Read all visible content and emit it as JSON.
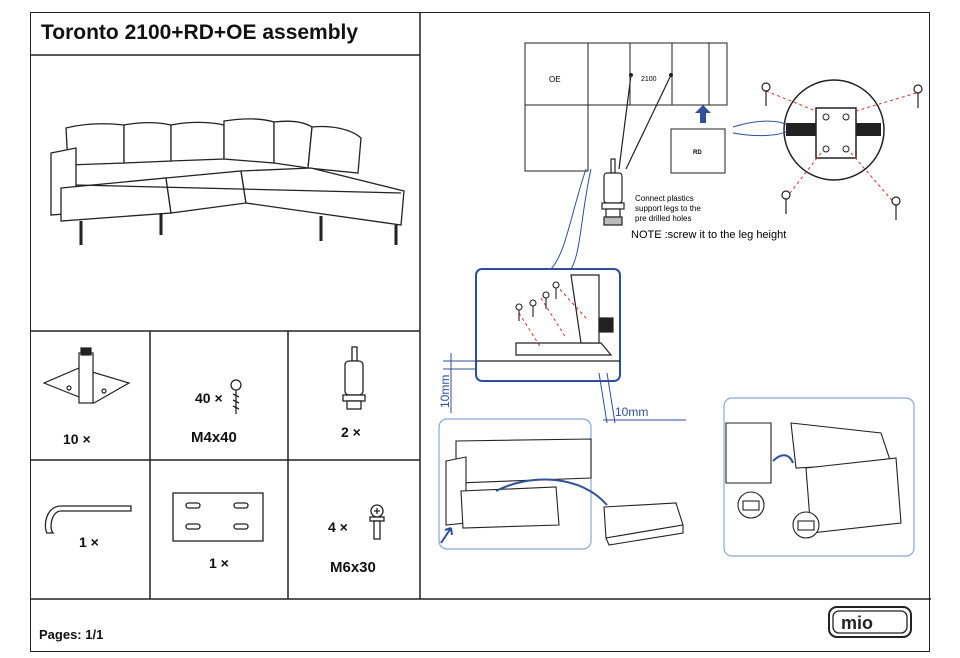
{
  "document": {
    "title": "Toronto 2100+RD+OE assembly",
    "footer": {
      "pages": "Pages: 1/1",
      "logo_text": "mio"
    }
  },
  "parts": [
    {
      "id": "corner-bracket",
      "qty": "10 ×",
      "code": ""
    },
    {
      "id": "screw",
      "qty": "40 ×",
      "code": "M4x40"
    },
    {
      "id": "leg",
      "qty": "2 ×",
      "code": ""
    },
    {
      "id": "allen-key",
      "qty": "1 ×",
      "code": ""
    },
    {
      "id": "connector-plate",
      "qty": "1 ×",
      "code": ""
    },
    {
      "id": "bolt",
      "qty": "4 ×",
      "code": "M6x30"
    }
  ],
  "diagram": {
    "module_oe": "OE",
    "module_2100": "2100",
    "module_rd": "RD",
    "connect_note_line1": "Connect plastics",
    "connect_note_line2": "support legs to the",
    "connect_note_line3": "pre drilled holes",
    "leg_height_note": "NOTE :screw it to the leg height",
    "dim_vertical": "10mm",
    "dim_horizontal": "10mm"
  },
  "colors": {
    "line": "#222222",
    "accent_blue": "#2e4f9c",
    "dashed_red": "#d9322b",
    "panel_border": "#8aa6d6"
  }
}
